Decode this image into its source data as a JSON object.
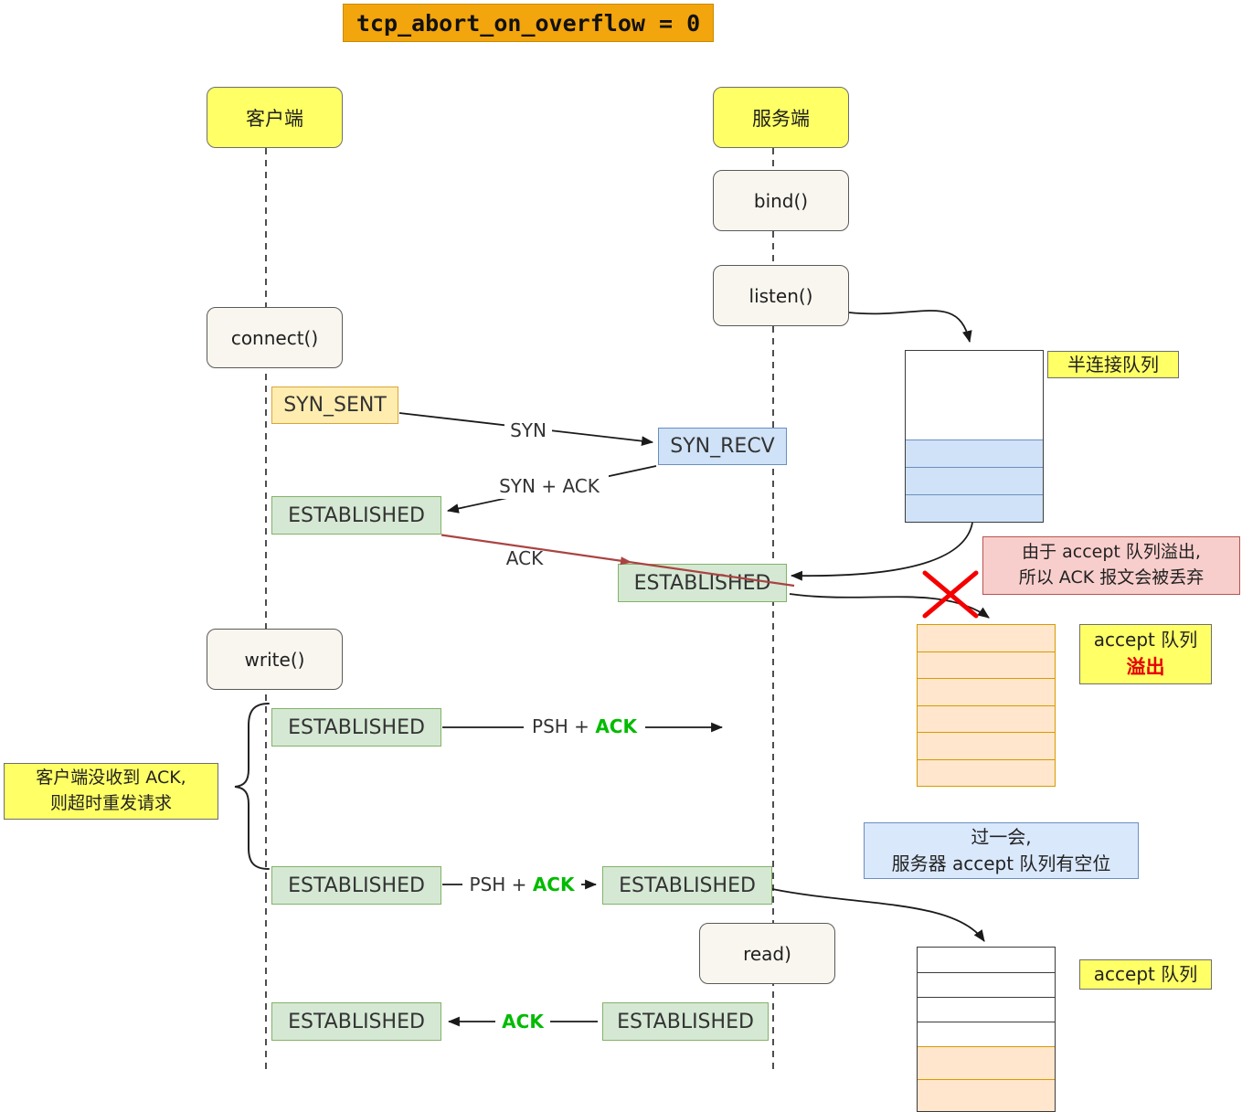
{
  "title": "tcp_abort_on_overflow = 0",
  "actors": {
    "client": "客户端",
    "server": "服务端"
  },
  "calls": {
    "bind": "bind()",
    "listen": "listen()",
    "connect": "connect()",
    "write": "write()",
    "read": "read)"
  },
  "states": {
    "syn_sent": "SYN_SENT",
    "syn_recv": "SYN_RECV",
    "established": "ESTABLISHED"
  },
  "messages": {
    "syn": "SYN",
    "syn_ack": "SYN + ACK",
    "ack": "ACK",
    "psh_prefix": "PSH + ",
    "ack_highlight": "ACK"
  },
  "queues": {
    "half_queue_label": "半连接队列",
    "accept_queue_label": "accept 队列",
    "overflow_word": "溢出"
  },
  "notes": {
    "drop_line1": "由于 accept 队列溢出,",
    "drop_line2": "所以 ACK 报文会被丢弃",
    "retry_line1": "客户端没收到 ACK,",
    "retry_line2": "则超时重发请求",
    "later_line1": "过一会,",
    "later_line2": "服务器 accept 队列有空位"
  },
  "colors": {
    "title_bg": "#F2A50C",
    "actor_yellow": "#FFFF66",
    "established_green": "#D5E8D4",
    "syn_recv_blue": "#CFE2F7",
    "syn_sent_orange": "#FFEDB0",
    "queue_orange": "#FFE6CC",
    "note_pink": "#F8CECC",
    "note_blue": "#DAE8FC",
    "ack_green_text": "#00BB00",
    "overflow_red_text": "#E60000",
    "drop_arrow_red": "#A94442"
  }
}
